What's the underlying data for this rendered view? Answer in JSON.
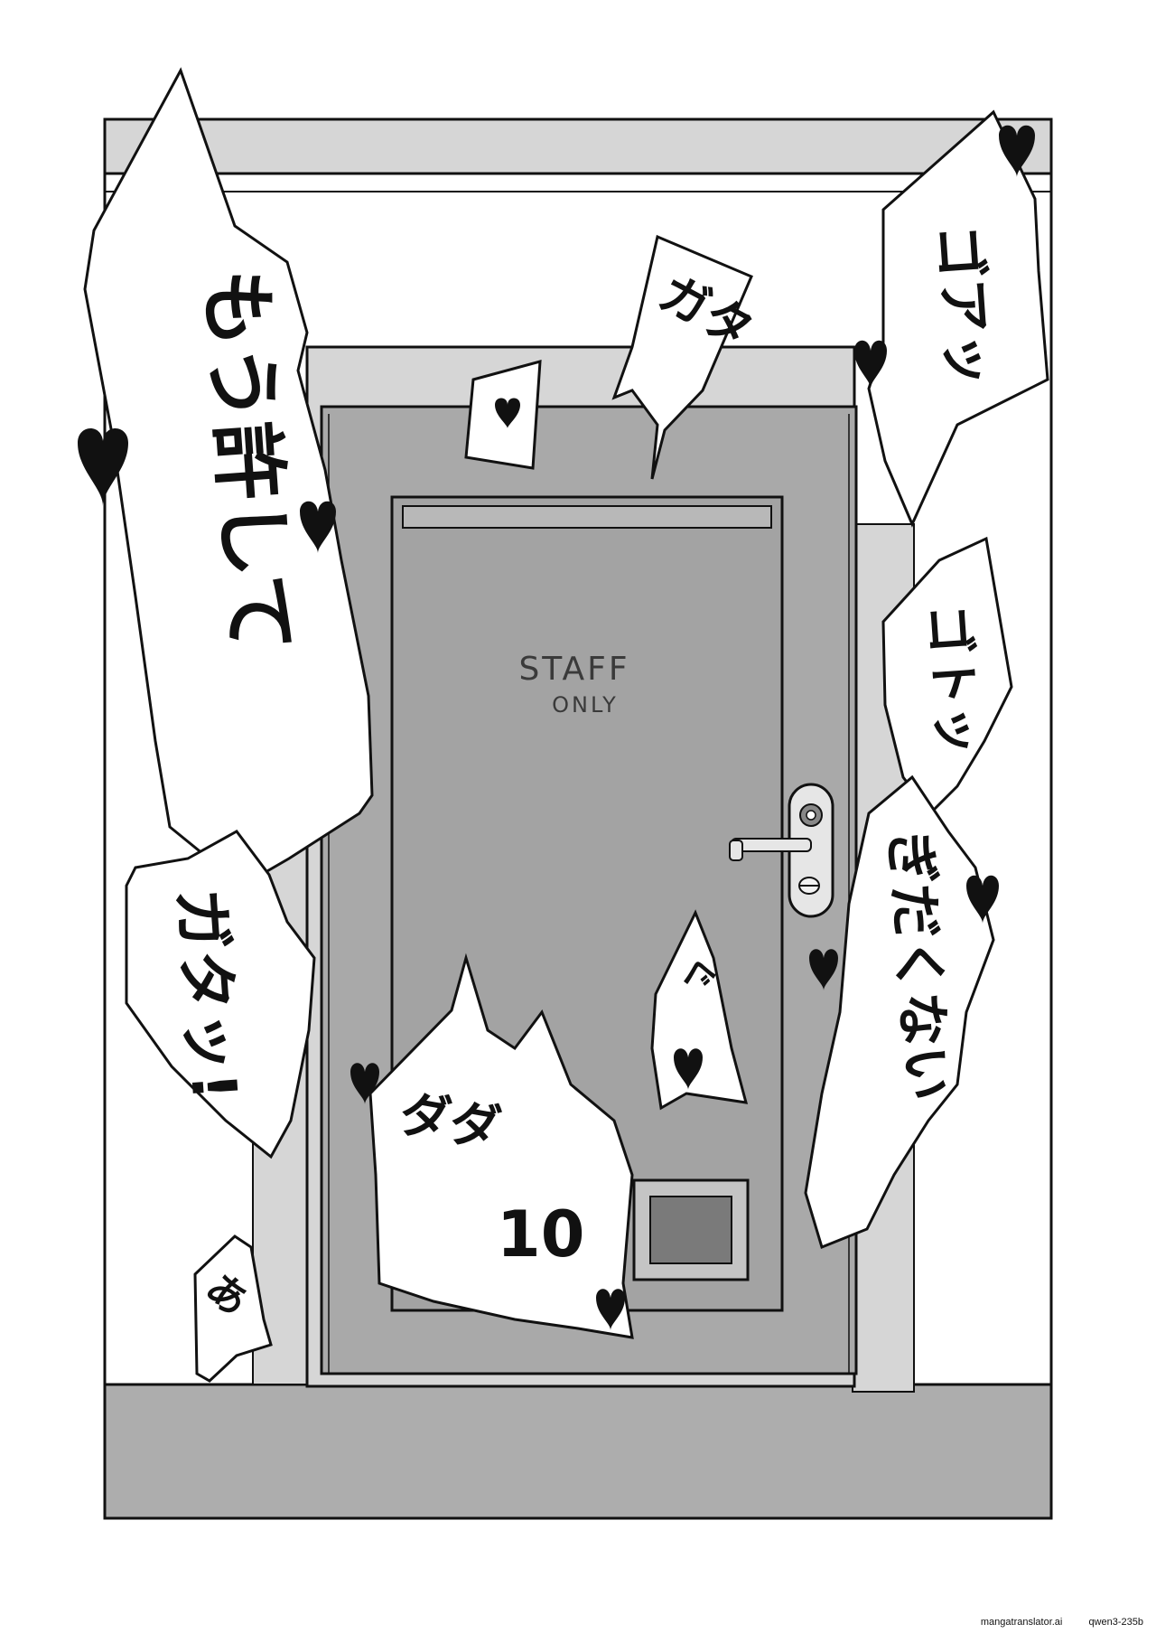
{
  "panel": {
    "door_sign": [
      "STAFF",
      "ONLY"
    ],
    "sfx": {
      "left_big": "もう許して",
      "left_mid": "ガタッ!",
      "left_small": "あ",
      "top_center": "ガタ",
      "right_top": "ゴアッ",
      "right_mid": "ゴトッ",
      "right_big": "ぎだくない",
      "center_low_a": "ダダ",
      "center_low_b": "10",
      "center_small": "ぐ"
    }
  },
  "watermark": {
    "site": "mangatranslator.ai",
    "model": "qwen3-235b"
  },
  "colors": {
    "wall": "#ffffff",
    "frame": "#d6d6d6",
    "door": "#a9a9a9",
    "floor": "#adadad",
    "ink": "#111111",
    "bubble": "#ffffff"
  }
}
